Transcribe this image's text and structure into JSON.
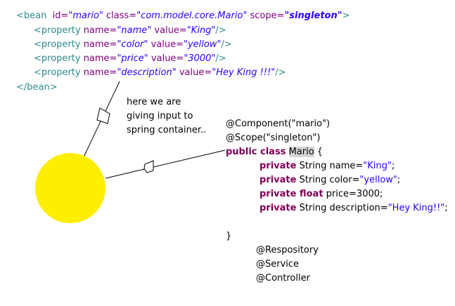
{
  "xml": {
    "bean_open": {
      "tag_open": "<bean",
      "id_attr": "id=",
      "id_val": "\"mario\"",
      "class_attr": "class=",
      "class_val": "\"com.model.core.Mario\"",
      "scope_attr": "scope=",
      "scope_val": "\"singleton\"",
      "close": ">"
    },
    "properties": [
      {
        "tag": "<property",
        "name_attr": "name=",
        "name_val": "\"name\"",
        "value_attr": "value=",
        "value_val": "\"King\"",
        "close": "/>"
      },
      {
        "tag": "<property",
        "name_attr": "name=",
        "name_val": "\"color\"",
        "value_attr": "value=",
        "value_val": "\"yellow\"",
        "close": "/>"
      },
      {
        "tag": "<property",
        "name_attr": "name=",
        "name_val": "\"price\"",
        "value_attr": "value=",
        "value_val": "\"3000\"",
        "close": "/>"
      },
      {
        "tag": "<property",
        "name_attr": "name=",
        "name_val": "\"description\"",
        "value_attr": "value=",
        "value_val": "\"Hey King !!!\"",
        "close": "/>"
      }
    ],
    "bean_close": "</bean>"
  },
  "note": {
    "line1": "here we are",
    "line2": "giving input to",
    "line3": "spring container.."
  },
  "java": {
    "component": "@Component(\"mario\")",
    "scope": "@Scope(\"singleton\")",
    "class_kw": "public class",
    "class_name": "Mario",
    "class_open": " {",
    "fields": [
      {
        "mods": "private",
        "type": " String ",
        "decl": "name=",
        "val": "\"King\"",
        "end": ";"
      },
      {
        "mods": "private",
        "type": " String ",
        "decl": "color=",
        "val": "\"yellow\"",
        "end": ";"
      },
      {
        "mods": "private float",
        "type": " ",
        "decl": "price=3000",
        "val": "",
        "end": ";"
      },
      {
        "mods": "private",
        "type": " String ",
        "decl": "description=",
        "val": "\"Hey King!!\"",
        "end": ";"
      }
    ],
    "close_brace": "}"
  },
  "stereotypes": [
    "@Respository",
    "@Service",
    "@Controller"
  ],
  "colors": {
    "circle": "#ffee00",
    "xml_tag": "#2e8b8b",
    "xml_attr": "#7f007f",
    "string": "#2a00ff",
    "keyword": "#7f0055"
  }
}
